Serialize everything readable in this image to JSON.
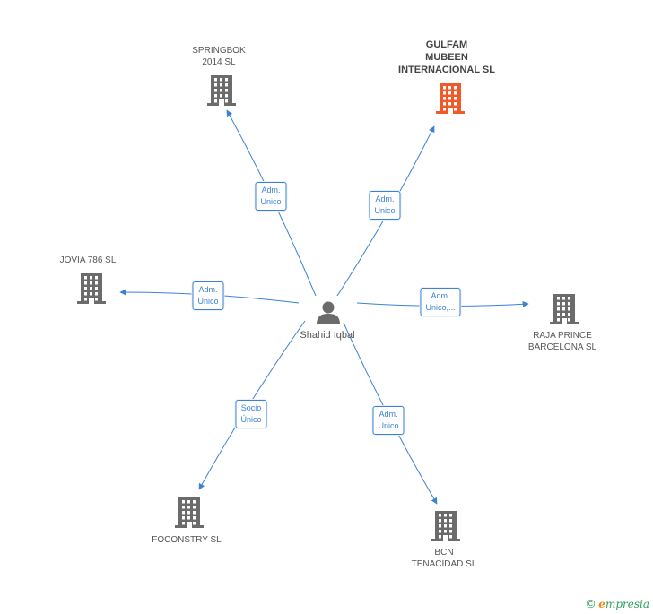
{
  "center": {
    "name": "Shahid Iqbal"
  },
  "nodes": [
    {
      "id": "springbok",
      "lines": [
        "SPRINGBOK",
        "2014  SL"
      ],
      "highlight": false
    },
    {
      "id": "gulfam",
      "lines": [
        "GULFAM",
        "MUBEEN",
        "INTERNACIONAL SL"
      ],
      "highlight": true
    },
    {
      "id": "jovia",
      "lines": [
        "JOVIA 786  SL"
      ],
      "highlight": false
    },
    {
      "id": "raja",
      "lines": [
        "RAJA PRINCE",
        "BARCELONA SL"
      ],
      "highlight": false
    },
    {
      "id": "foconstry",
      "lines": [
        "FOCONSTRY SL"
      ],
      "highlight": false
    },
    {
      "id": "bcn",
      "lines": [
        "BCN",
        "TENACIDAD SL"
      ],
      "highlight": false
    }
  ],
  "edges": [
    {
      "to": "springbok",
      "label": [
        "Adm.",
        "Unico"
      ]
    },
    {
      "to": "gulfam",
      "label": [
        "Adm.",
        "Unico"
      ]
    },
    {
      "to": "jovia",
      "label": [
        "Adm.",
        "Unico"
      ]
    },
    {
      "to": "raja",
      "label": [
        "Adm.",
        "Unico,..."
      ]
    },
    {
      "to": "foconstry",
      "label": [
        "Socio",
        "Único"
      ]
    },
    {
      "to": "bcn",
      "label": [
        "Adm.",
        "Unico"
      ]
    }
  ],
  "colors": {
    "edge": "#3b82d6",
    "building": "#6b6b6b",
    "highlight": "#f05a28",
    "person": "#6b6b6b"
  },
  "footer": {
    "copyright": "©",
    "brand_initial": "e",
    "brand_rest": "mpresia"
  }
}
